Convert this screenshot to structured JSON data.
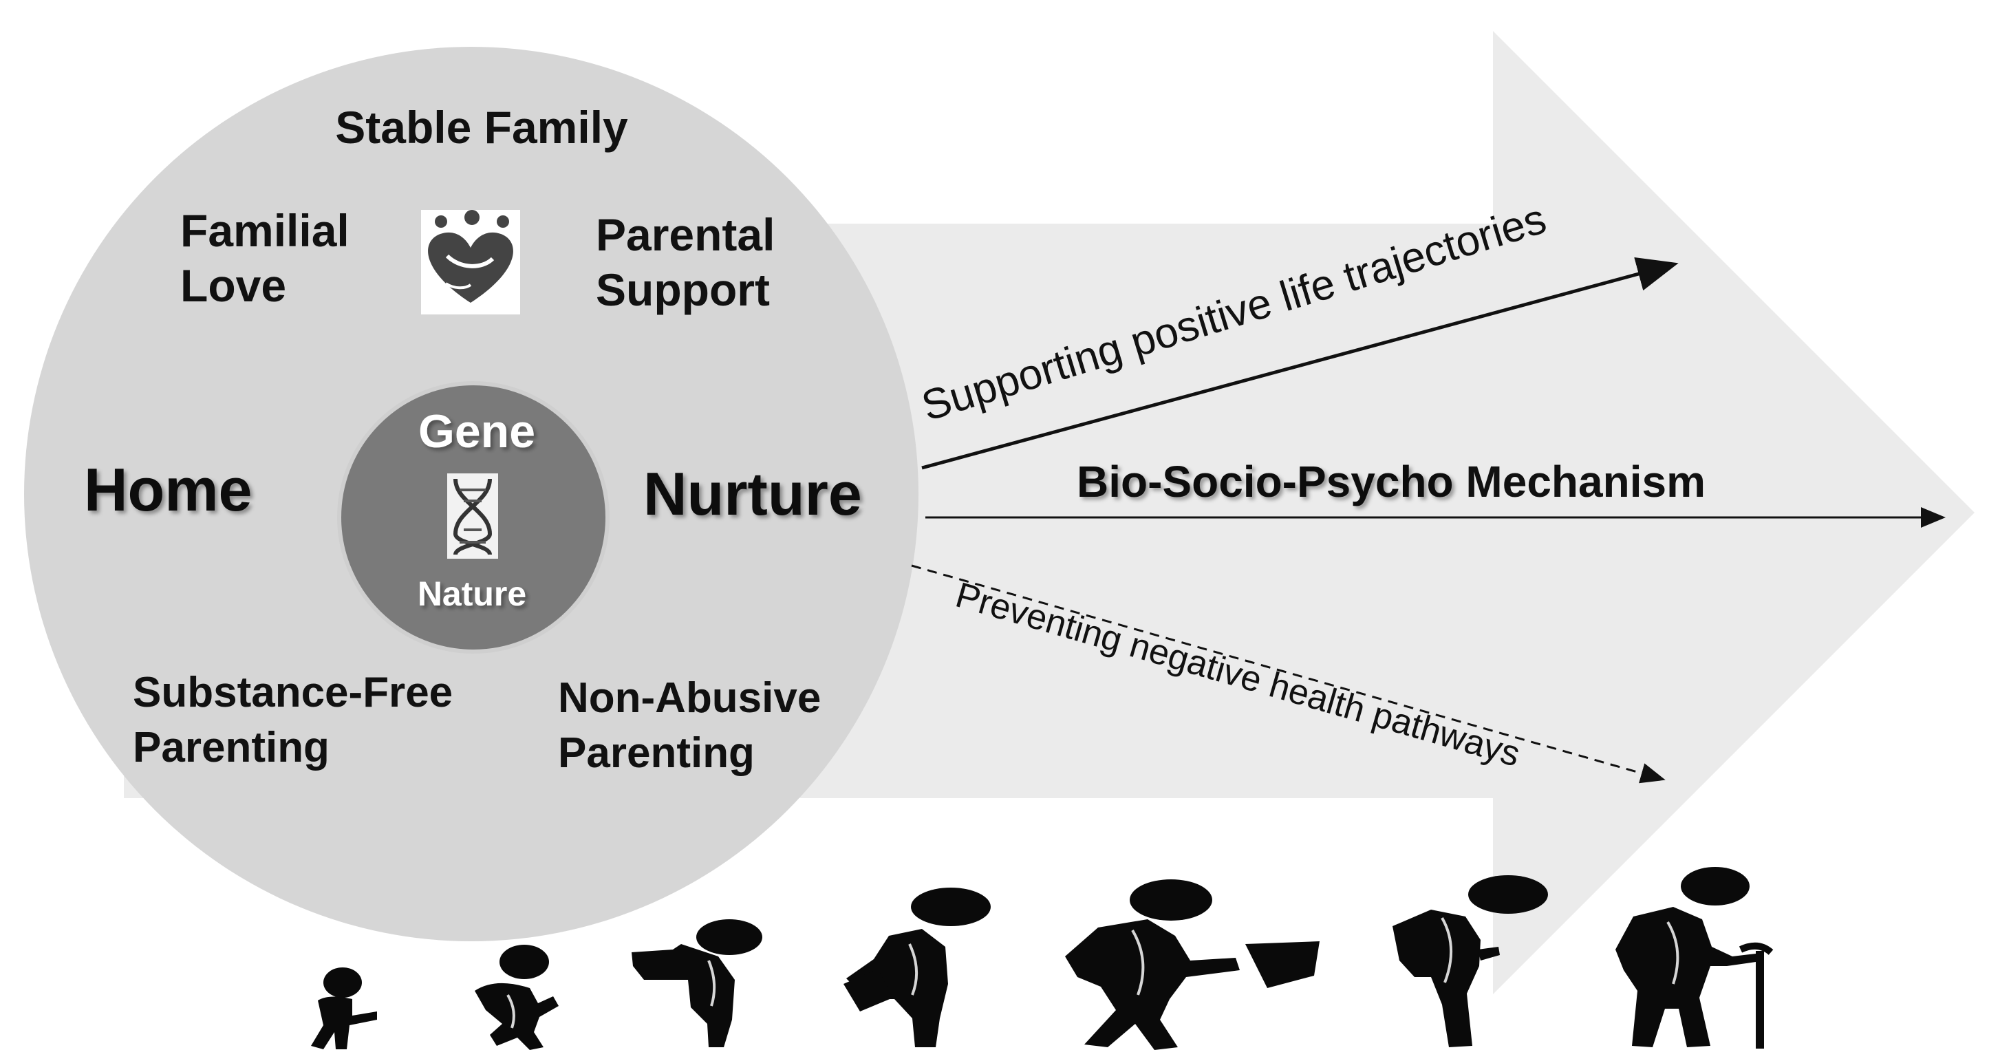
{
  "outer_circle": {
    "top_label": "Stable Family",
    "left_top_label": [
      "Familial",
      "Love"
    ],
    "right_top_label": [
      "Parental",
      "Support"
    ],
    "left_label": "Home",
    "right_label": "Nurture",
    "bottom_left_label": [
      "Substance-Free",
      "Parenting"
    ],
    "bottom_right_label": [
      "Non-Abusive",
      "Parenting"
    ]
  },
  "inner_circle": {
    "top_label": "Gene",
    "bottom_label": "Nature"
  },
  "pathways": {
    "positive": "Supporting positive life trajectories",
    "mechanism_bold": "Bio-Socio-Psycho",
    "mechanism_plain": " Mechanism",
    "negative": "Preventing negative health pathways"
  },
  "icons": {
    "family": "family-heart-icon",
    "dna": "dna-icon",
    "lifespan": [
      "infant-figure-icon",
      "toddler-figure-icon",
      "child-figure-icon",
      "teen-figure-icon",
      "adult-figure-icon",
      "middle-aged-figure-icon",
      "elderly-figure-icon"
    ]
  },
  "colors": {
    "arrow": "#ebebeb",
    "outer_circle": "#d6d6d6",
    "inner_circle": "#7a7a7a",
    "figures": "#0a0a0a"
  }
}
